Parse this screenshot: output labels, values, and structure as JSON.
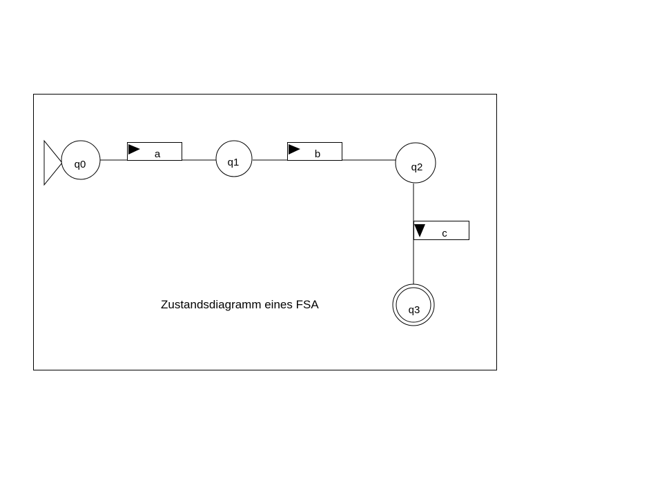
{
  "colors": {
    "stroke": "#000000",
    "fill": "#ffffff",
    "arrow": "#000000"
  },
  "diagram": {
    "caption": "Zustandsdiagramm eines FSA",
    "states": [
      {
        "id": "q0",
        "label": "q0",
        "start": true,
        "accepting": false
      },
      {
        "id": "q1",
        "label": "q1",
        "start": false,
        "accepting": false
      },
      {
        "id": "q2",
        "label": "q2",
        "start": false,
        "accepting": false
      },
      {
        "id": "q3",
        "label": "q3",
        "start": false,
        "accepting": true
      }
    ],
    "transitions": [
      {
        "from": "q0",
        "to": "q1",
        "symbol": "a",
        "direction": "right"
      },
      {
        "from": "q1",
        "to": "q2",
        "symbol": "b",
        "direction": "right"
      },
      {
        "from": "q2",
        "to": "q3",
        "symbol": "c",
        "direction": "down"
      }
    ]
  }
}
